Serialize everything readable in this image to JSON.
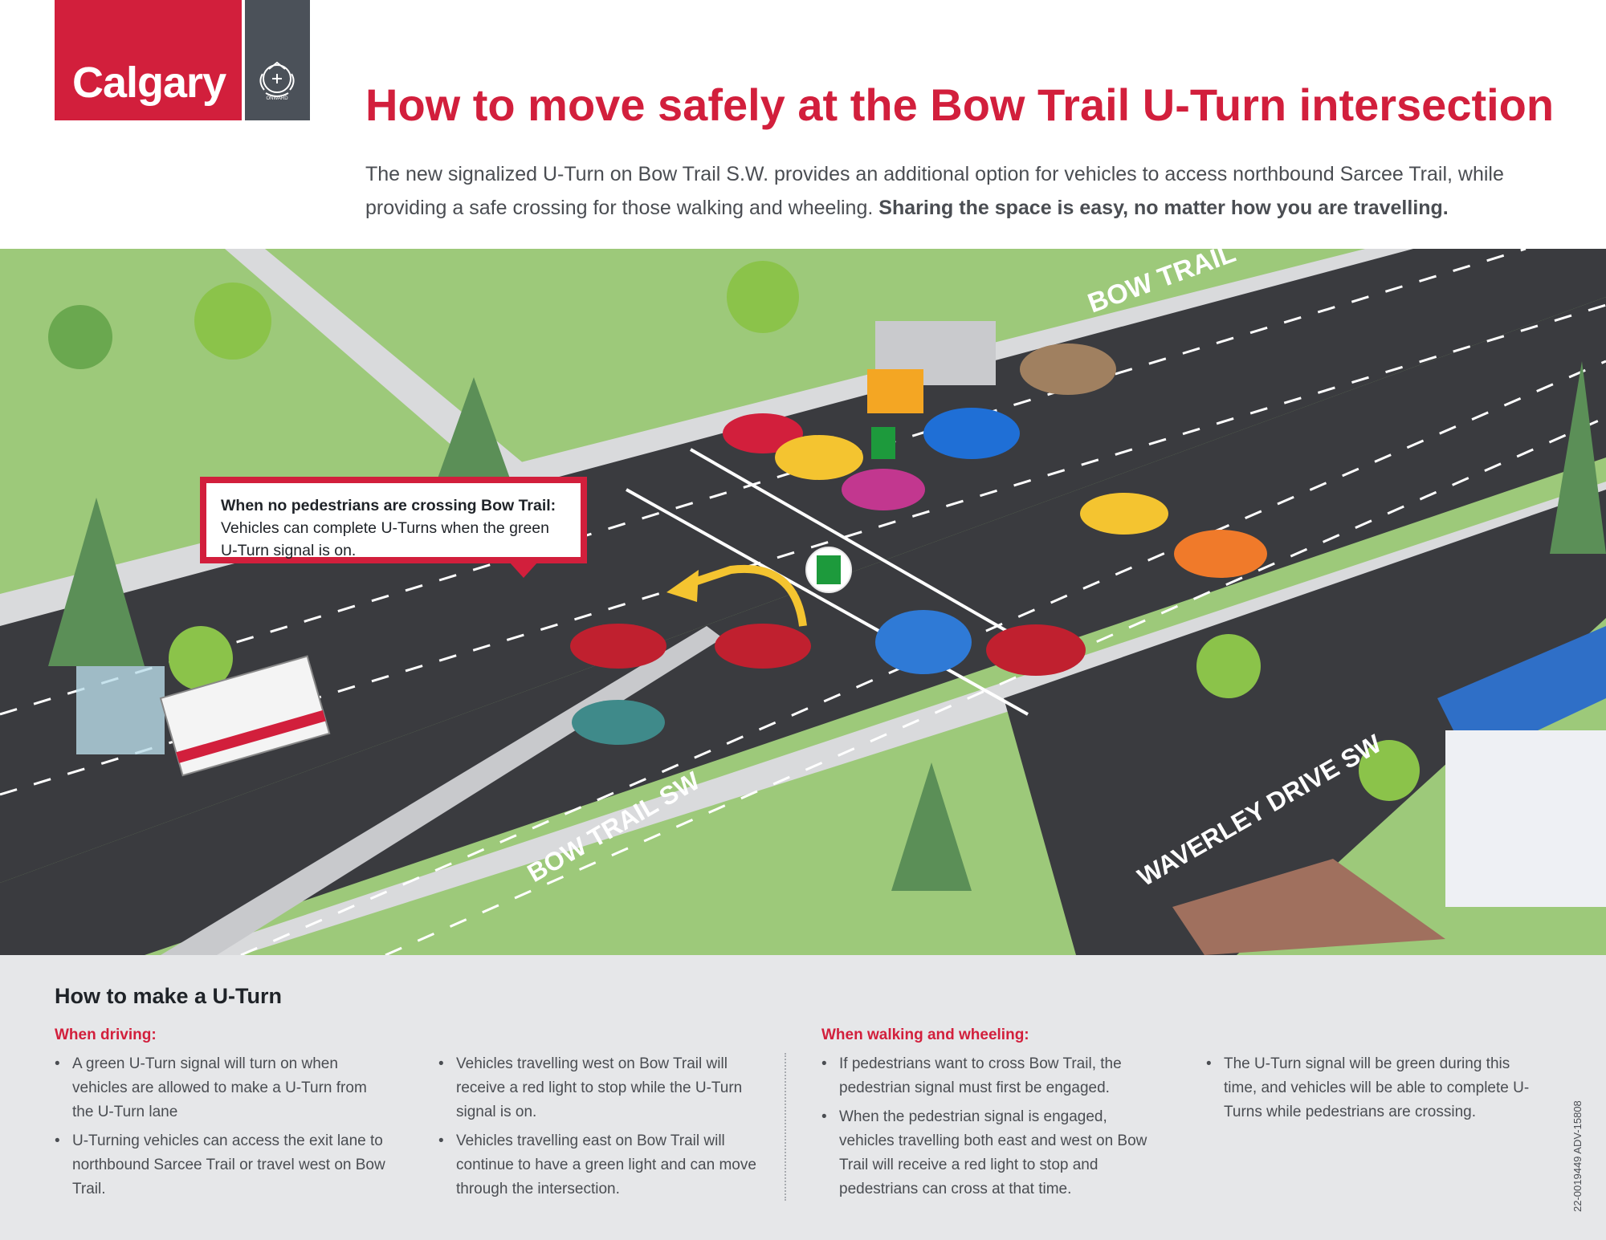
{
  "header": {
    "logo_text": "Calgary",
    "logo_crest_text": "ONWARD",
    "title": "How to move safely at the Bow Trail U-Turn intersection",
    "intro": "The new signalized U-Turn on Bow Trail S.W. provides an additional option for vehicles to access northbound Sarcee Trail, while providing a safe crossing for those walking and wheeling.",
    "intro_bold": "Sharing the space is easy, no matter how you are travelling."
  },
  "map": {
    "road_labels": {
      "bow_trail_top": "BOW TRAIL",
      "bow_trail_sw": "BOW TRAIL SW",
      "waverley": "WAVERLEY DRIVE SW"
    },
    "callout": {
      "title": "When no pedestrians are crossing Bow Trail:",
      "text": "Vehicles can complete U-Turns when the green U-Turn signal is on."
    }
  },
  "howto": {
    "title": "How to make a U-Turn",
    "driving": {
      "heading": "When driving:",
      "col1": [
        "A green U-Turn signal will turn on when vehicles are allowed to make a U-Turn from the U-Turn lane",
        "U-Turning vehicles can access the exit lane to northbound Sarcee Trail or travel west on Bow Trail."
      ],
      "col2": [
        "Vehicles travelling west on Bow Trail will receive a red light to stop while the U-Turn signal is on.",
        "Vehicles travelling east on Bow Trail will continue to have a green light and can move through the intersection."
      ]
    },
    "walking": {
      "heading": "When walking and wheeling:",
      "col1": [
        "If pedestrians want to cross Bow Trail, the pedestrian signal must first be engaged.",
        "When the pedestrian signal is engaged, vehicles travelling both east and west on Bow Trail will receive a red light to stop and pedestrians can cross at that time."
      ],
      "col2": [
        "The U-Turn signal will be green during this time, and vehicles will be able to complete U-Turns while pedestrians are crossing."
      ]
    }
  },
  "footer": {
    "code": "22-0019449  ADV-15808"
  },
  "colors": {
    "brand_red": "#d21f3c",
    "logo_grey": "#4b5159",
    "road": "#3a3b3f",
    "grass": "#9dc97a",
    "sidewalk": "#d9dadc",
    "bottom_bg": "#e6e7e9"
  }
}
